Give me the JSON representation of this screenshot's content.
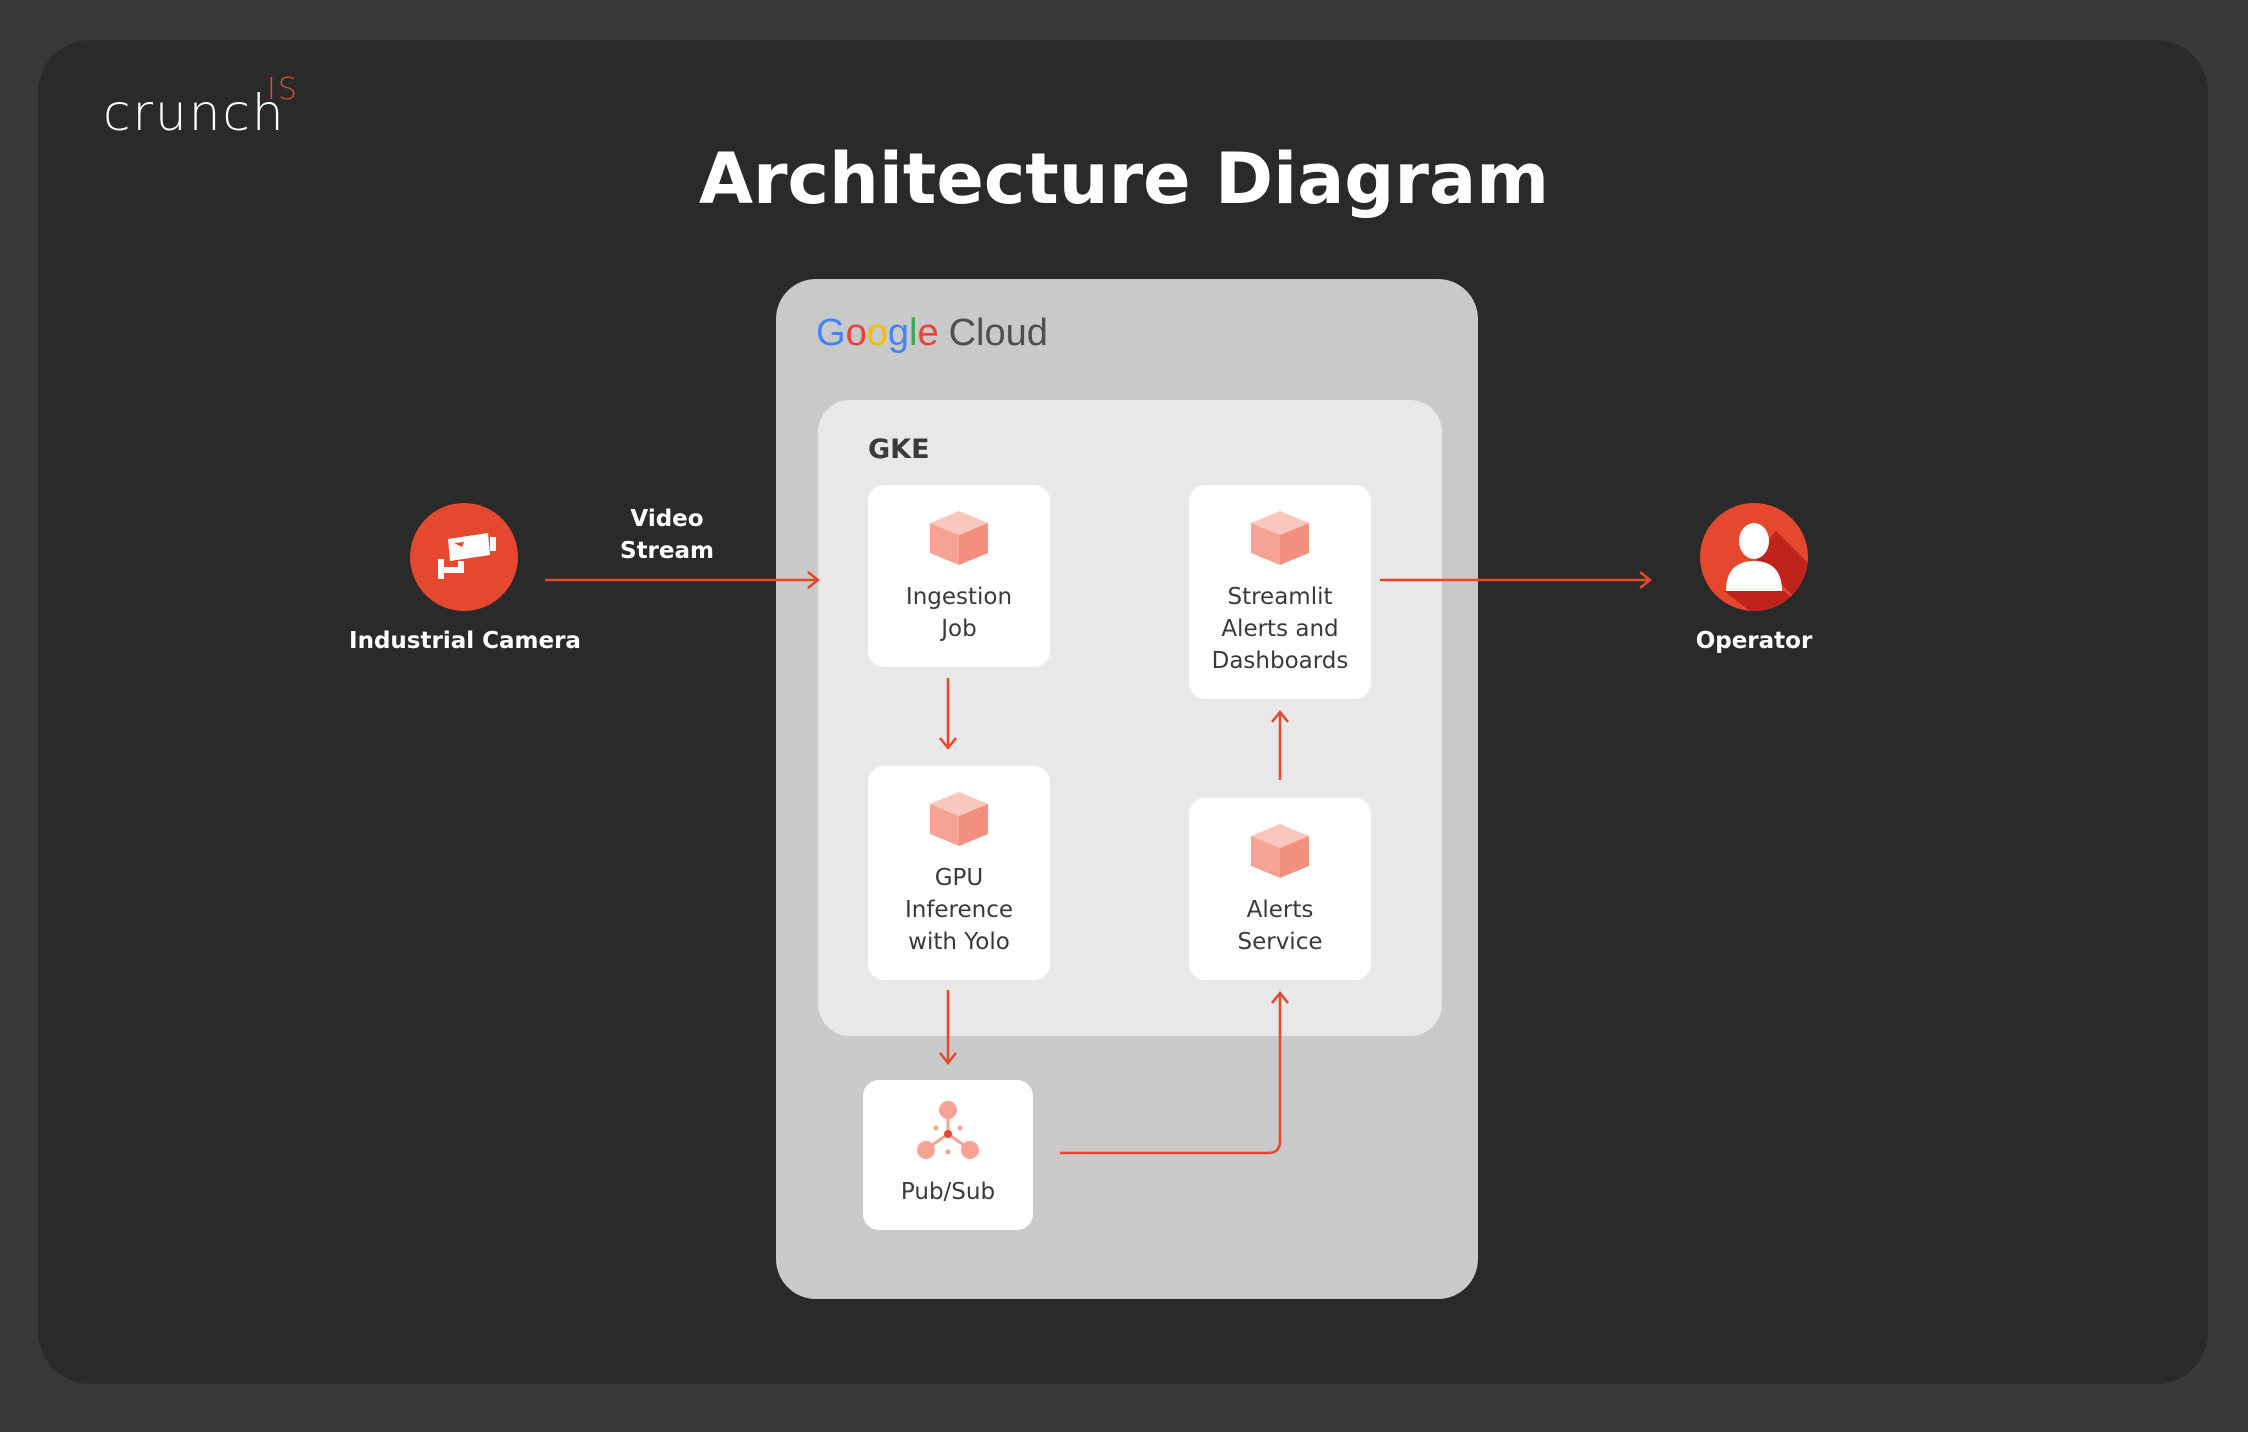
{
  "logo": {
    "word": "crunch",
    "sup": "IS"
  },
  "title": "Architecture Diagram",
  "cloud": {
    "brand_letters": [
      {
        "ch": "G",
        "color": "#4285F4"
      },
      {
        "ch": "o",
        "color": "#EA4335"
      },
      {
        "ch": "o",
        "color": "#FBBC05"
      },
      {
        "ch": "g",
        "color": "#4285F4"
      },
      {
        "ch": "l",
        "color": "#34A853"
      },
      {
        "ch": "e",
        "color": "#EA4335"
      }
    ],
    "brand_word": "Cloud",
    "gke_label": "GKE"
  },
  "nodes": {
    "ingestion": {
      "line1": "Ingestion",
      "line2": "Job"
    },
    "gpu": {
      "line1": "GPU",
      "line2": "Inference",
      "line3": "with Yolo"
    },
    "streamlit": {
      "line1": "Streamlit",
      "line2": "Alerts and",
      "line3": "Dashboards"
    },
    "alerts": {
      "line1": "Alerts",
      "line2": "Service"
    },
    "pubsub": {
      "line1": "Pub/Sub"
    }
  },
  "camera": {
    "label": "Industrial Camera",
    "icon": "cctv-camera-icon"
  },
  "operator": {
    "label": "Operator",
    "icon": "person-icon"
  },
  "edge": {
    "video_line1": "Video",
    "video_line2": "Stream"
  },
  "colors": {
    "accent": "#e5482e",
    "cube": "#f6a395",
    "frame": "#2a2a2a",
    "cloud": "#c9c9c9",
    "gke": "#e8e8e8"
  }
}
